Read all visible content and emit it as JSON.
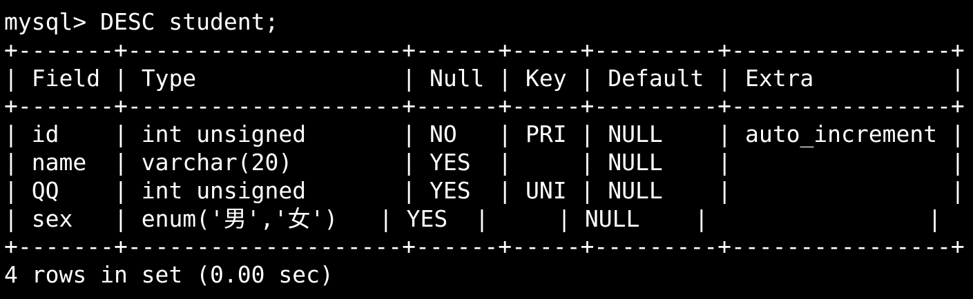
{
  "terminal": {
    "prompt": "mysql> ",
    "command": "DESC student;",
    "border": "+-------+--------------------+------+-----+---------+----------------+",
    "columns": [
      "Field",
      "Type",
      "Null",
      "Key",
      "Default",
      "Extra"
    ],
    "rows": [
      [
        "id",
        "int unsigned",
        "NO",
        "PRI",
        "NULL",
        "auto_increment"
      ],
      [
        "name",
        "varchar(20)",
        "YES",
        "",
        "NULL",
        ""
      ],
      [
        "QQ",
        "int unsigned",
        "YES",
        "UNI",
        "NULL",
        ""
      ],
      [
        "sex",
        "enum('男','女')",
        "YES",
        "",
        "NULL",
        ""
      ]
    ],
    "status": "4 rows in set (0.00 sec)"
  },
  "colors": {
    "background": "#000000",
    "text": "#ffffff"
  }
}
